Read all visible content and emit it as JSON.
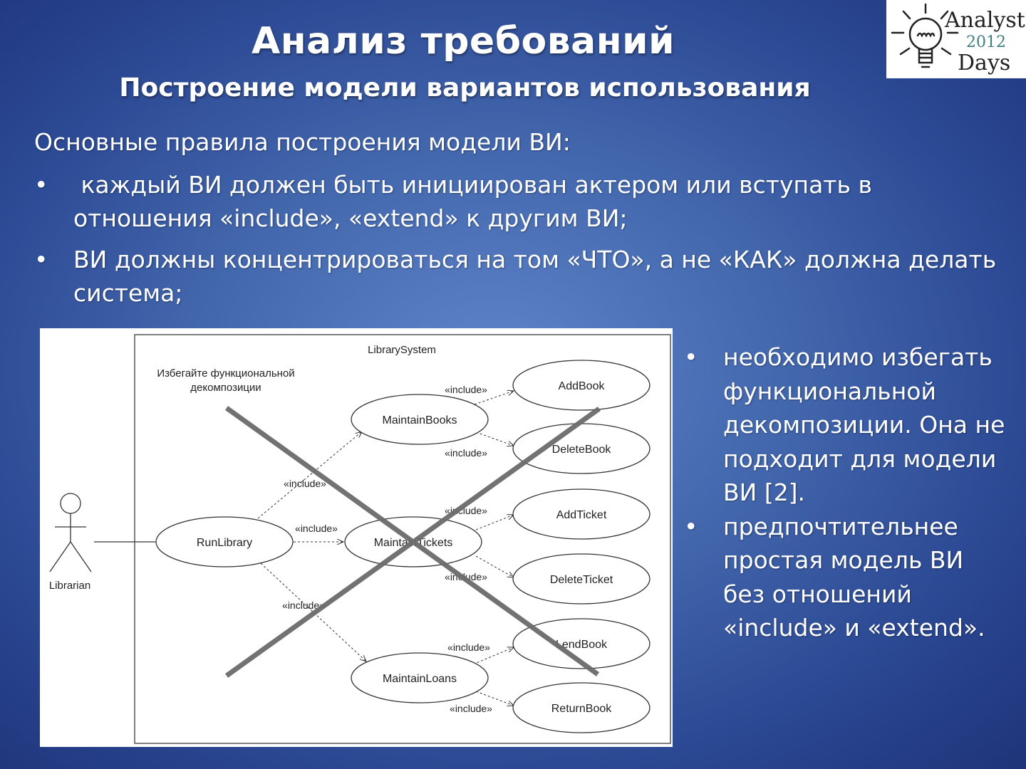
{
  "slide": {
    "title": "Анализ требований",
    "subtitle": "Построение модели вариантов использования",
    "intro": "Основные правила построения модели ВИ:",
    "bullet_symbol": "•",
    "bullets": [
      " каждый ВИ должен быть инициирован актером или вступать в отношения «include», «extend» к другим ВИ;",
      "ВИ должны концентрироваться на том «ЧТО», а не «КАК» должна делать система;"
    ],
    "side_bullets": [
      "необходимо избегать функциональной декомпозиции. Она не подходит для модели ВИ [2].",
      "предпочтительнее простая модель ВИ без отношений «include» и «extend»."
    ]
  },
  "logo": {
    "line1": "Analyst",
    "year": "2012",
    "line2": "Days",
    "icon": "lightbulb-icon"
  },
  "diagram": {
    "system_name": "LibrarySystem",
    "note": [
      "Избегайте функциональной",
      "декомпозиции"
    ],
    "actor": "Librarian",
    "relation_label": "«include»",
    "use_cases": {
      "run_library": "RunLibrary",
      "maintain_books": "MaintainBooks",
      "maintain_tickets": "MaintainTickets",
      "maintain_loans": "MaintainLoans",
      "add_book": "AddBook",
      "delete_book": "DeleteBook",
      "add_ticket": "AddTicket",
      "delete_ticket": "DeleteTicket",
      "lend_book": "LendBook",
      "return_book": "ReturnBook"
    },
    "cross_color": "#6b6b6b"
  }
}
